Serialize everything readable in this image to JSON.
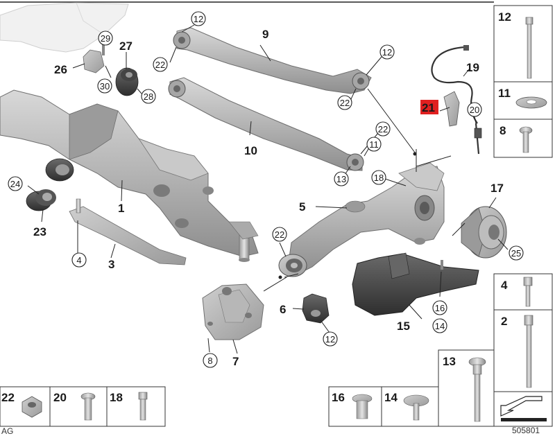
{
  "diagram": {
    "labels": {
      "l1": "1",
      "l2": "2",
      "l3": "3",
      "l4": "4",
      "l5": "5",
      "l6": "6",
      "l7": "7",
      "l8": "8",
      "l9": "9",
      "l10": "10",
      "l11": "11",
      "l12": "12",
      "l13": "13",
      "l14": "14",
      "l15": "15",
      "l16": "16",
      "l17": "17",
      "l18": "18",
      "l19": "19",
      "l20": "20",
      "l21": "21",
      "l22": "22",
      "l23": "23",
      "l24": "24",
      "l25": "25",
      "l26": "26",
      "l27": "27",
      "l28": "28",
      "l29": "29",
      "l30": "30"
    },
    "highlight_color": "#e02020",
    "footer_left": "AG",
    "footer_right": "505801"
  }
}
